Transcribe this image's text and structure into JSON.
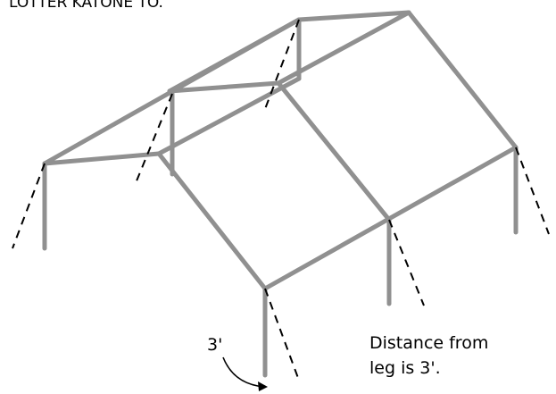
{
  "header": {
    "text": "LOTTER KATONE TO."
  },
  "labels": {
    "measure": "3'",
    "note_line1": "Distance from",
    "note_line2": "leg is 3'."
  },
  "colors": {
    "frame": "#909090",
    "guy_line": "#000000",
    "background": "#ffffff"
  }
}
